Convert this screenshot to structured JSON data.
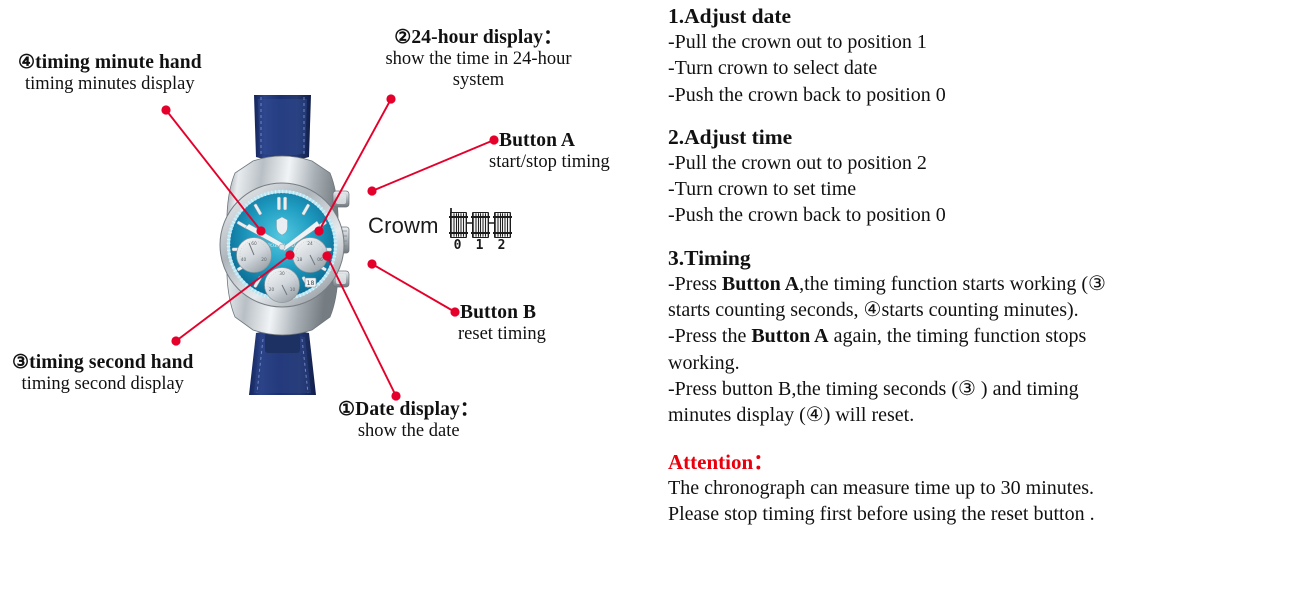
{
  "page": {
    "background": "#ffffff",
    "accent_red": "#e4002b",
    "attention_red": "#e8000d"
  },
  "diagram": {
    "product_name": "blue chronograph wrist watch",
    "callouts": [
      {
        "id": "timing-minute-hand",
        "marker": "④",
        "title": "timing minute hand",
        "subtitle": "timing minutes display"
      },
      {
        "id": "24-hour-display",
        "marker": "②",
        "title": "24-hour display：",
        "subtitle": "show the time in 24-hour system"
      },
      {
        "id": "button-a",
        "marker": "",
        "title": "Button A",
        "subtitle": "start/stop timing"
      },
      {
        "id": "button-b",
        "marker": "",
        "title": "Button B",
        "subtitle": "reset timing"
      },
      {
        "id": "timing-second-hand",
        "marker": "③",
        "title": "timing second hand",
        "subtitle": "timing second display"
      },
      {
        "id": "date-display",
        "marker": "①",
        "title": "Date display：",
        "subtitle": "show the date"
      }
    ],
    "crown_label": "Crowm",
    "crown_positions": [
      "0",
      "1",
      "2"
    ]
  },
  "instructions": {
    "sections": [
      {
        "id": "adjust-date",
        "heading": "1.Adjust date",
        "lines": [
          "-Pull the crown out to position 1",
          "-Turn crown to select date",
          "-Push the crown back to position 0"
        ]
      },
      {
        "id": "adjust-time",
        "heading": "2.Adjust time",
        "lines": [
          "-Pull the crown out to position 2",
          "-Turn crown to set time",
          "-Push the crown back to position 0"
        ]
      }
    ],
    "timing": {
      "heading": "3.Timing",
      "line1_a": "-Press ",
      "line1_b": "Button A",
      "line1_c": ",the timing function starts working (③",
      "line2": "starts counting seconds, ④starts counting minutes).",
      "line3_a": "-Press the ",
      "line3_b": "Button A",
      "line3_c": " again, the timing function stops",
      "line4": "working.",
      "line5": "-Press button B,the timing seconds  (③ ) and timing",
      "line6": "minutes display (④) will reset."
    },
    "attention": {
      "heading": "Attention：",
      "lines": [
        "The chronograph can measure time up to 30 minutes.",
        "Please stop timing first before using the reset button ."
      ]
    }
  }
}
